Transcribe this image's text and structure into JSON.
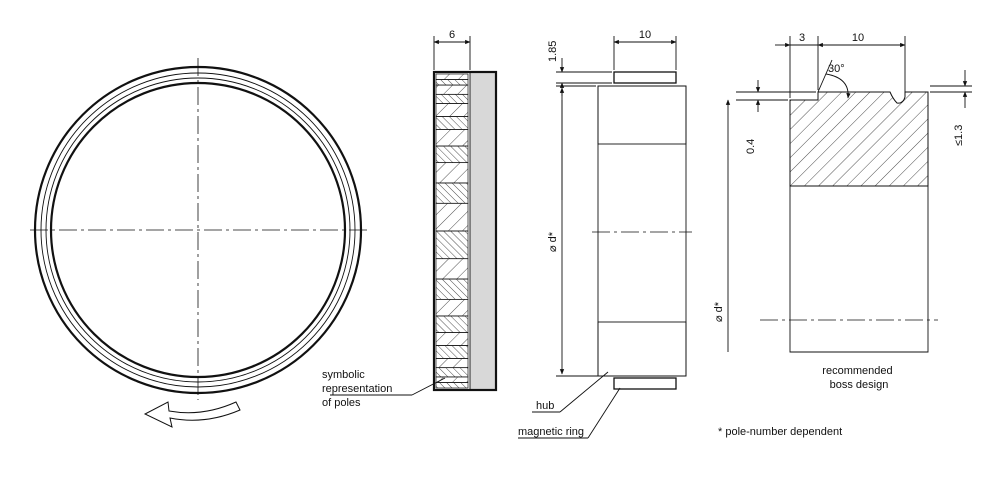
{
  "labels": {
    "symbolic": [
      "symbolic",
      "representation",
      "of poles"
    ],
    "hub": "hub",
    "magnetic_ring": "magnetic ring",
    "recommended": [
      "recommended",
      "boss design"
    ],
    "footnote": "* pole-number dependent"
  },
  "dimensions": {
    "width_6": "6",
    "width_10_a": "10",
    "thick_1_85": "1.85",
    "dia_a": "⌀ d*",
    "gap_3": "3",
    "width_10_b": "10",
    "angle": "30°",
    "val_0_4": "0.4",
    "val_1_3": "≤1.3",
    "dia_b": "⌀ d*"
  }
}
